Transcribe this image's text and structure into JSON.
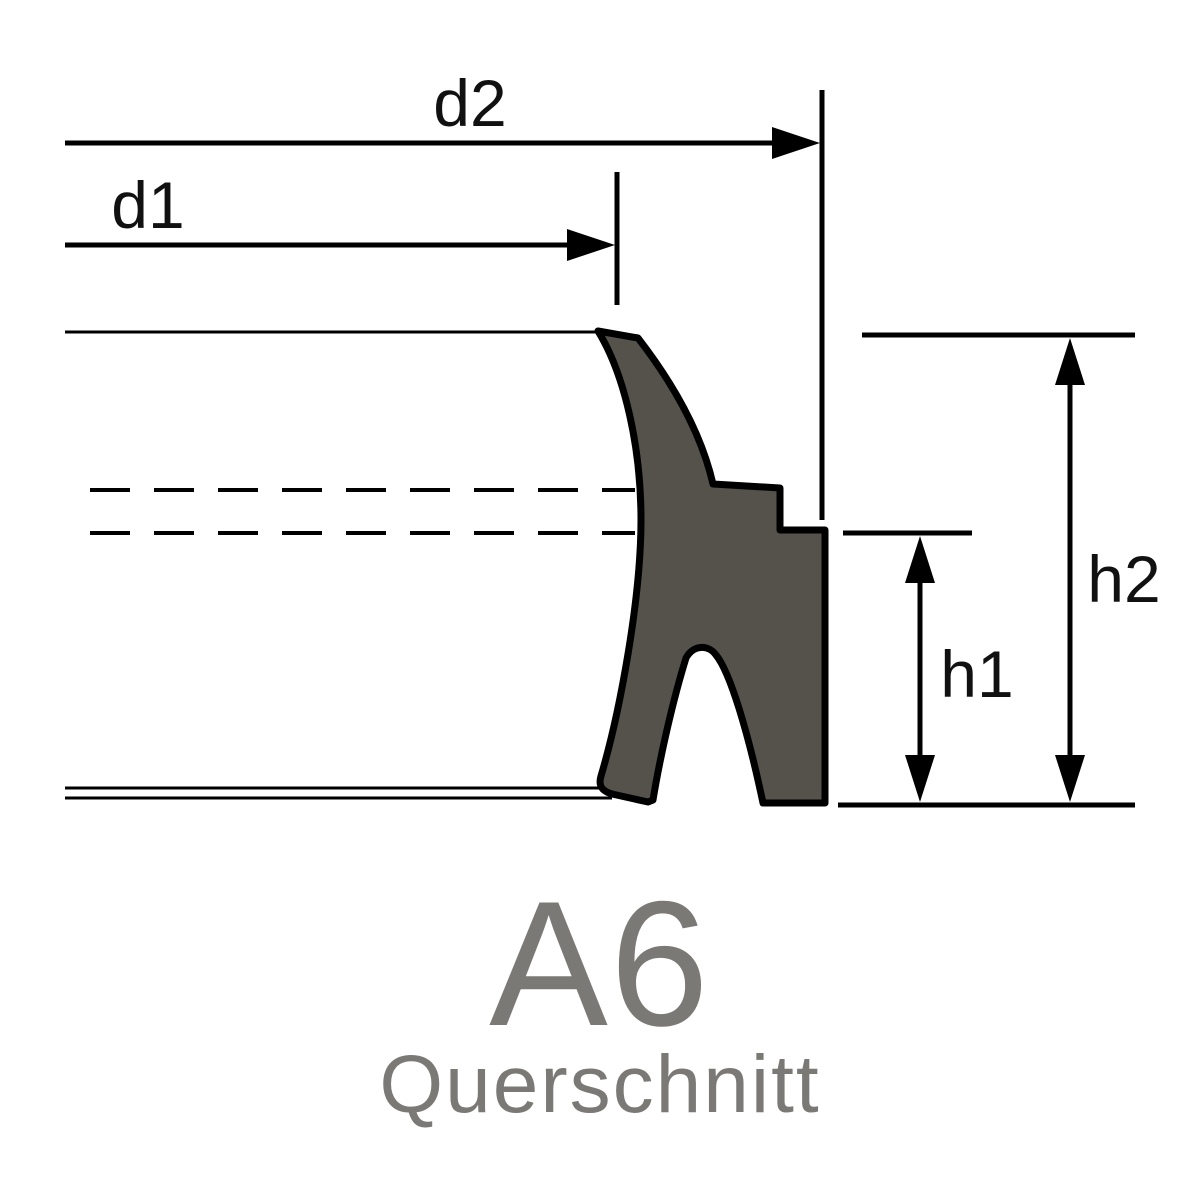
{
  "diagram": {
    "title": "A6",
    "subtitle": "Querschnitt",
    "labels": {
      "d1": "d1",
      "d2": "d2",
      "h1": "h1",
      "h2": "h2"
    },
    "colors": {
      "profile_fill": "#55524c",
      "line": "#000000",
      "muted_text": "#7b7975"
    }
  }
}
